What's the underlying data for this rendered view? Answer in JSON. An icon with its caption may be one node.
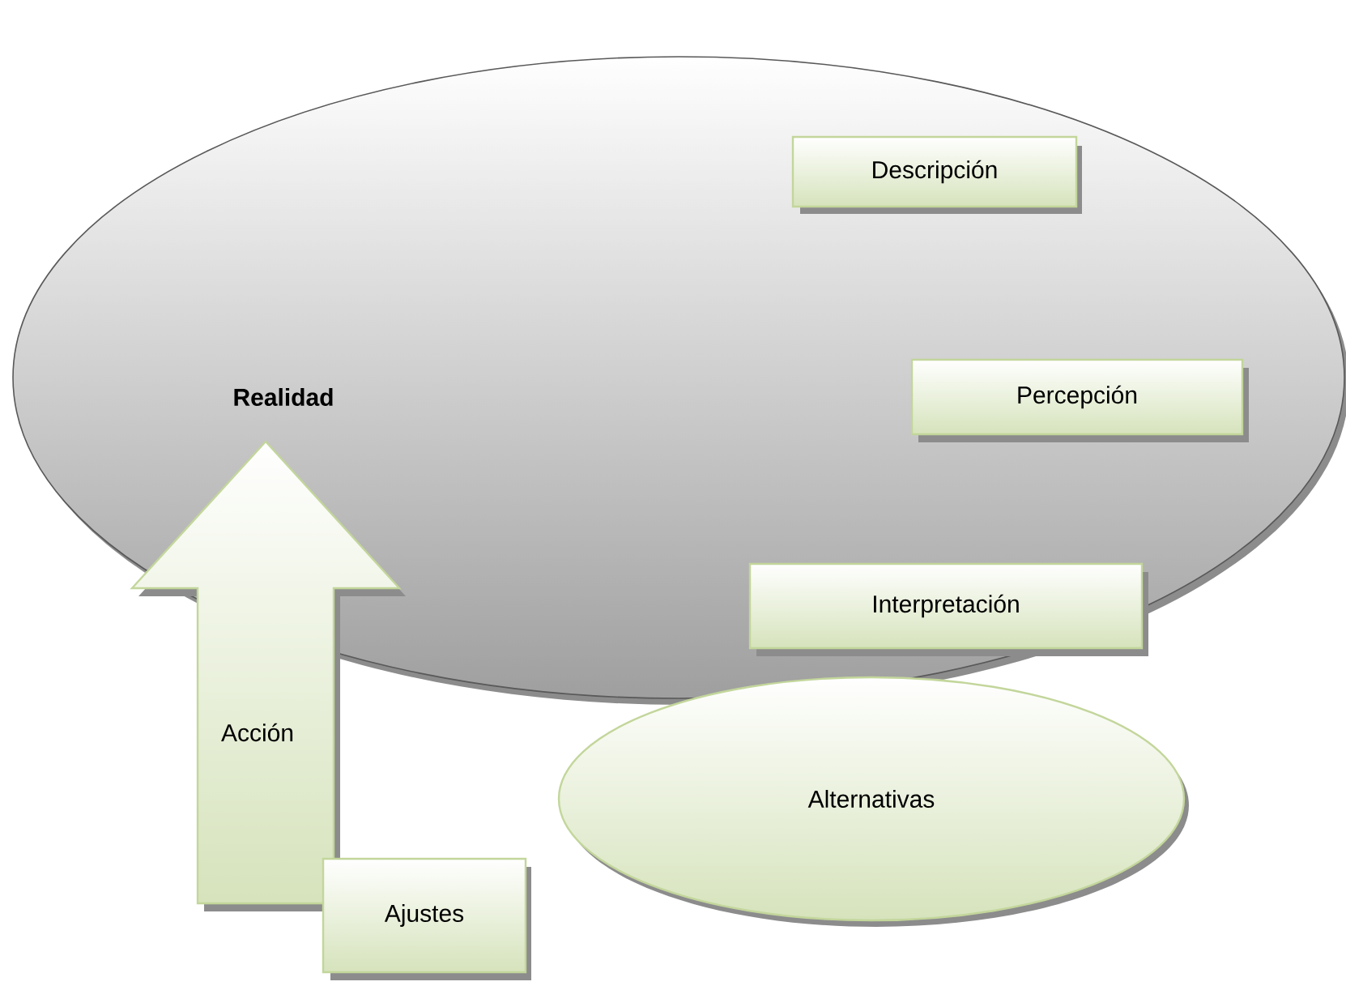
{
  "diagram": {
    "nodes": [
      {
        "text": [
          "Realidad"
        ]
      },
      {
        "text": [
          "Descripción"
        ],
        "in": 0
      },
      {
        "text": [
          "Percepción"
        ],
        "in": 0
      },
      {
        "text": [
          "Interpretación"
        ],
        "in": 0
      },
      {
        "text": [
          "Acción"
        ]
      },
      {
        "text": [
          "Alternativas"
        ]
      },
      {
        "text": [
          "Ajustes"
        ]
      }
    ]
  }
}
